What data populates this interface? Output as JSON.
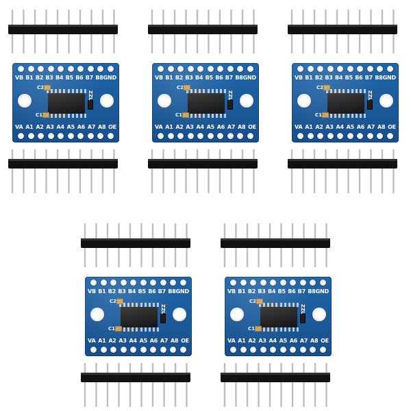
{
  "scene": {
    "subject": "5 x TXS0108E logic level converter breakout modules",
    "background": "#ffffff",
    "board_color": "#1c5b9b",
    "pin_header_color": "#111111",
    "pin_color": "#bfbfbf"
  },
  "board": {
    "top_labels": [
      "VB",
      "B1",
      "B2",
      "B3",
      "B4",
      "B5",
      "B6",
      "B7",
      "B8GND"
    ],
    "bottom_labels": [
      "VA",
      "A1",
      "A2",
      "A3",
      "A4",
      "A5",
      "A6",
      "A7",
      "A8",
      "OE"
    ],
    "c2_label": "C2",
    "c1_label": "C1",
    "silk_text": "ZZL"
  }
}
